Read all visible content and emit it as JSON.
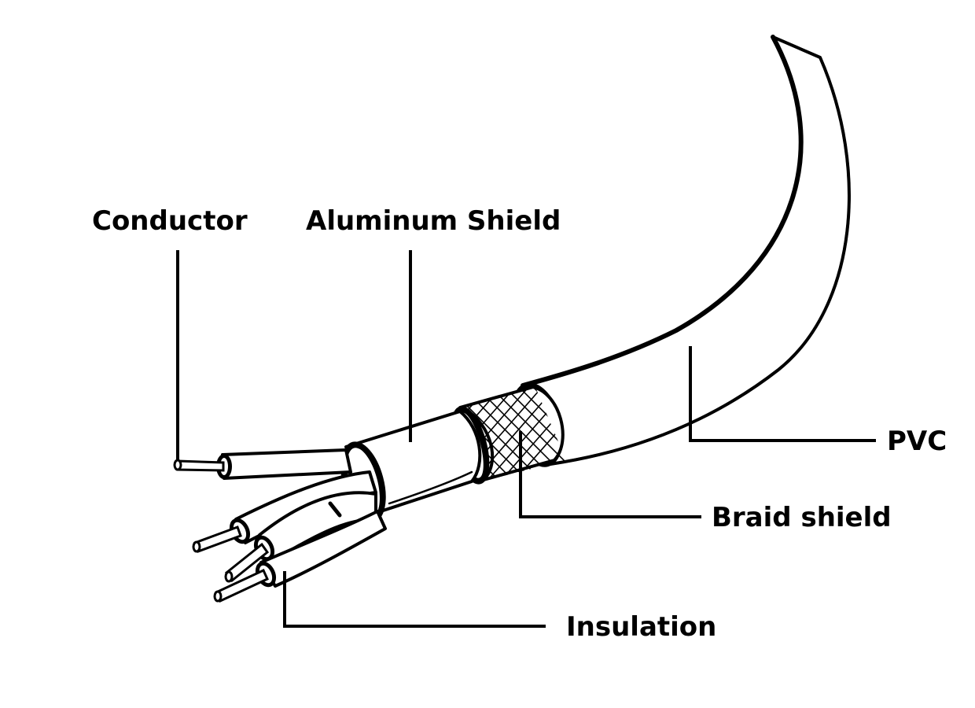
{
  "labels": {
    "conductor": "Conductor",
    "aluminum_shield": "Aluminum Shield",
    "pvc": "PVC",
    "braid_shield": "Braid shield",
    "insulation": "Insulation"
  },
  "colors": {
    "ink": "#000000",
    "background": "#ffffff"
  }
}
